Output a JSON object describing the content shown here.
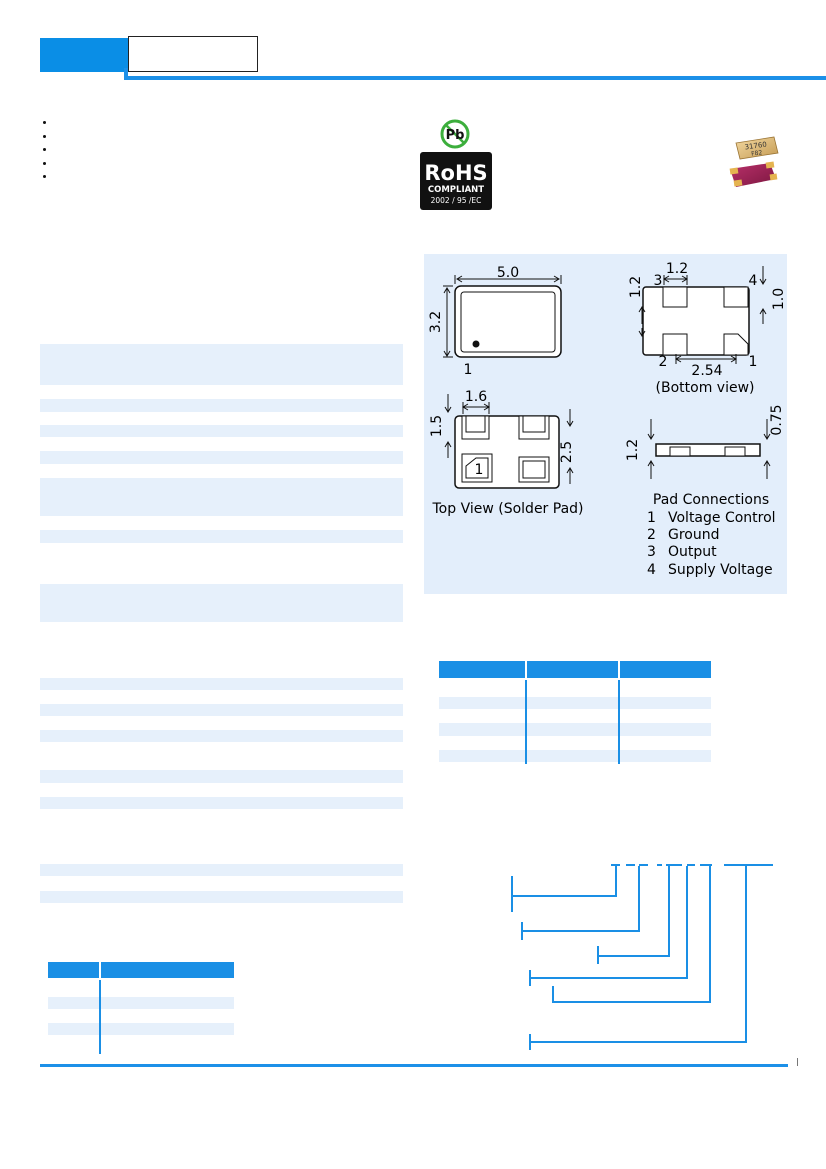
{
  "header": {
    "tab_color": "#0a8ee6",
    "rule_color": "#1c90e8"
  },
  "features": {
    "count": 5
  },
  "logo": {
    "pb_text": "Pb",
    "rohs_text": "RoHS",
    "compliant_text": "COMPLIANT",
    "directive_text": "2002 / 95 /EC"
  },
  "product_photo": {
    "marking_line1": "31760",
    "marking_line2": "F82"
  },
  "diagram": {
    "top_body": {
      "width_dim": "5.0",
      "height_dim": "3.2",
      "pin1_label": "1"
    },
    "bottom": {
      "pad_width_dim": "1.2",
      "pad_height_dim": "1.2",
      "pitch_dim": "2.54",
      "offset_dim": "1.0",
      "pin3": "3",
      "pin4": "4",
      "pin2": "2",
      "pin1": "1",
      "caption": "(Bottom view)"
    },
    "solder_pad": {
      "pad_width_dim": "1.6",
      "pad_height_dim": "1.5",
      "pitch_dim": "2.5",
      "pin1": "1",
      "caption": "Top View (Solder Pad)"
    },
    "side": {
      "height_dim": "1.2",
      "thickness_dim": "0.75"
    },
    "pad_connections": {
      "title": "Pad Connections",
      "rows": [
        {
          "num": "1",
          "name": "Voltage Control"
        },
        {
          "num": "2",
          "name": "Ground"
        },
        {
          "num": "3",
          "name": "Output"
        },
        {
          "num": "4",
          "name": "Supply Voltage"
        }
      ]
    }
  }
}
